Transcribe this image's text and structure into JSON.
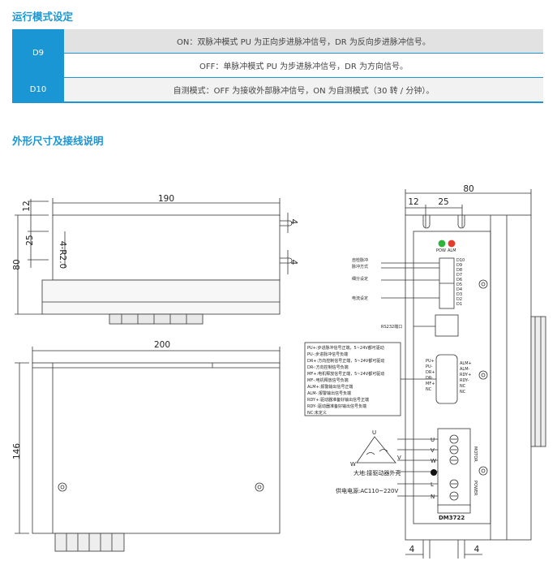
{
  "section1": {
    "title": "运行模式设定",
    "rows": [
      {
        "key": "D9",
        "on_text": "ON：双脉冲模式 PU 为正向步进脉冲信号，DR 为反向步进脉冲信号。",
        "off_text": "OFF：单脉冲模式 PU 为步进脉冲信号，DR 为方向信号。"
      },
      {
        "key": "D10",
        "text": "自测模式：OFF 为接收外部脉冲信号，ON 为自测模式（30 转 / 分钟）。"
      }
    ]
  },
  "section2": {
    "title": "外形尺寸及接线说明"
  },
  "drawing": {
    "top_view": {
      "width": "190",
      "left_margin": "12",
      "hole_spacing": "25",
      "height": "80",
      "radius": "4-R2.0",
      "slot_top": "4",
      "slot_bottom": "4"
    },
    "front_view": {
      "width": "200",
      "height": "146"
    },
    "side_view": {
      "total_width": "80",
      "dim_12": "12",
      "dim_25": "25",
      "dim_bottom_left": "4",
      "dim_bottom_right": "4",
      "led_labels": [
        "POW",
        "ALM"
      ],
      "dip_group_labels": [
        "自检脉冲",
        "脉冲方式",
        "细分设定",
        "电流设定"
      ],
      "dip_numbers": [
        "D10",
        "D9",
        "D8",
        "D7",
        "D6",
        "D5",
        "D4",
        "D3",
        "D2",
        "D1"
      ],
      "rs232_label": "RS232端口",
      "connector_left_pins": [
        "PU+",
        "PU-",
        "DR+",
        "DR-",
        "MF+",
        "NC"
      ],
      "connector_right_pins": [
        "ALM+",
        "ALM-",
        "RDY+",
        "RDY-",
        "NC",
        "NC"
      ],
      "signal_notes": [
        "PU+:步进脉冲信号正端，5~24V都可驱动",
        "PU-:步进脉冲信号负端",
        "DR+:方向控制信号正端，5~24V都可驱动",
        "DR-:方向控制信号负端",
        "MF+:电机释放信号正端，5~24V都可驱动",
        "MF-:电机释放信号负端",
        "ALM+:报警输出信号正端",
        "ALM-:报警输出信号负端",
        "RDY+:驱动器准备好输出信号正端",
        "RDY-:驱动器准备好输出信号负端",
        "NC:未定义"
      ],
      "terminal_labels": [
        "U",
        "V",
        "W",
        "",
        "L",
        "N"
      ],
      "motor_label": "MOTOR",
      "power_label": "POWER",
      "ground_label": "大地:接驱动器外壳",
      "supply_label": "供电电源:AC110~220V",
      "motor_u": "U",
      "motor_v": "V",
      "motor_w": "W",
      "model": "DM3722"
    }
  }
}
